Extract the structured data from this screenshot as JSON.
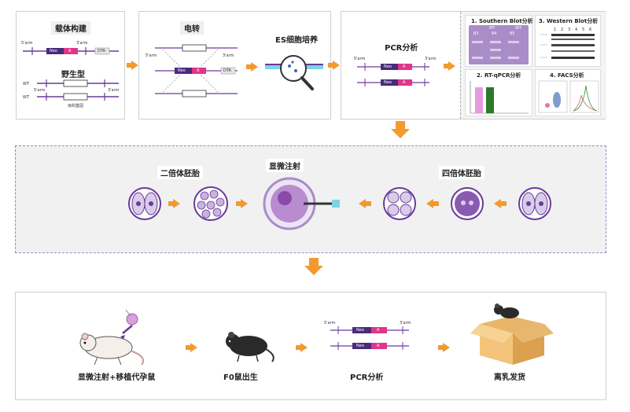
{
  "top": {
    "vector": {
      "title": "载体构建",
      "arm5": "5'arm",
      "arm3": "3'arm",
      "neo": "Neo",
      "a": "A",
      "dta": "DTA"
    },
    "wildtype": {
      "title": "野生型",
      "wt1": "WT",
      "wt2": "WT",
      "arm5": "5'arm",
      "arm3": "3'arm",
      "target": "目的基因"
    },
    "electro": {
      "title": "电转",
      "arm5": "5'arm",
      "arm3": "3'arm",
      "neo": "Neo",
      "a": "A",
      "dta": "DTA"
    },
    "es": {
      "title": "ES细胞培养"
    },
    "pcr": {
      "title": "PCR分析",
      "arm5": "5'arm",
      "arm3": "3'arm",
      "neo1": "Neo",
      "a1": "A",
      "neo2": "Neo",
      "a2": "A"
    },
    "southern": {
      "title": "1. Southern Blot分析",
      "mt": "MT",
      "wt": "WT",
      "b3": "B3",
      "b4": "B4",
      "b5": "B5"
    },
    "western": {
      "title": "3. Western Blot分析",
      "lanes": [
        "1",
        "2",
        "3",
        "4",
        "5",
        "6"
      ]
    },
    "rtqpcr": {
      "title": "2. RT-qPCR分析"
    },
    "facs": {
      "title": "4. FACS分析"
    }
  },
  "middle": {
    "diploid": "二倍体胚胎",
    "injection": "显微注射",
    "tetraploid": "四倍体胚胎"
  },
  "bottom": {
    "step1": "显微注射+移植代孕鼠",
    "step2": "F0鼠出生",
    "step3": "PCR分析",
    "step4": "离乳发货",
    "pcr": {
      "arm5": "5'arm",
      "arm3": "3'arm",
      "neo1": "Neo",
      "a1": "A",
      "neo2": "Neo",
      "a2": "A"
    }
  },
  "colors": {
    "arrow": "#f29a2e",
    "neo": "#4a2a7a",
    "a": "#e0358a",
    "purple": "#6a3a9a",
    "accent": "#7bd6e0"
  }
}
